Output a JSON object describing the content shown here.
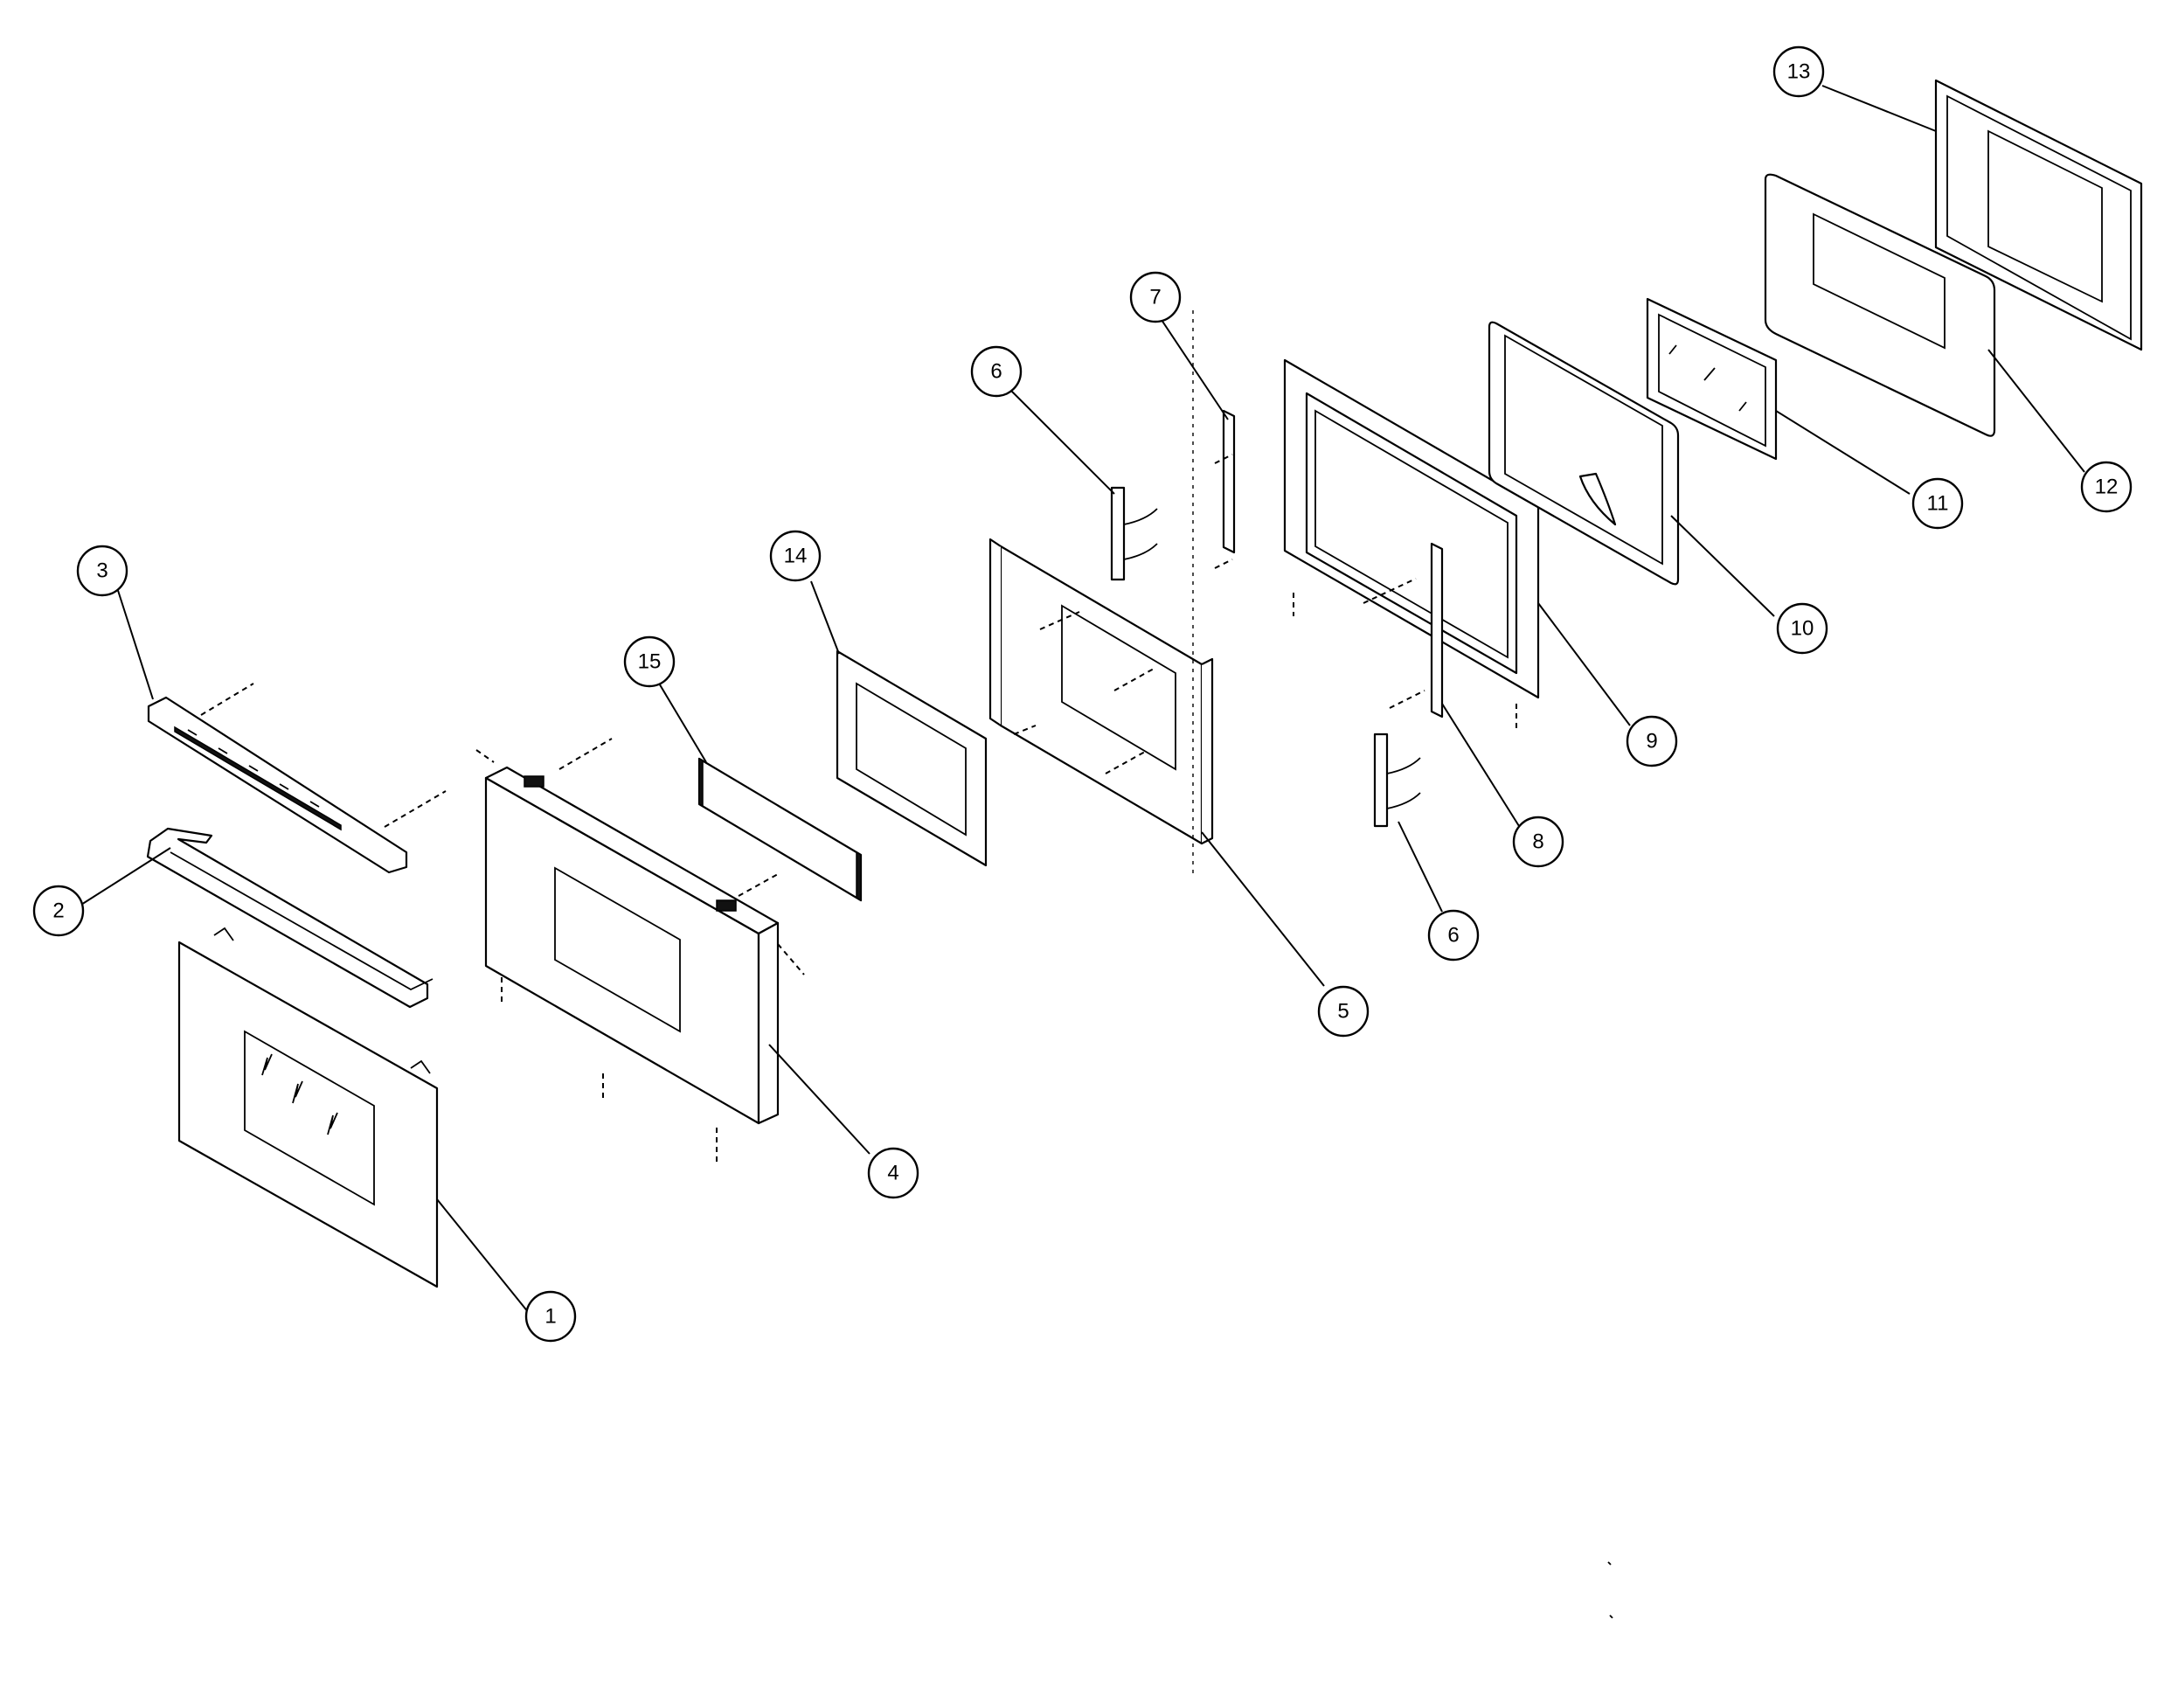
{
  "callouts": [
    {
      "label": "1"
    },
    {
      "label": "2"
    },
    {
      "label": "3"
    },
    {
      "label": "4"
    },
    {
      "label": "5"
    },
    {
      "label": "6"
    },
    {
      "label": "6"
    },
    {
      "label": "7"
    },
    {
      "label": "8"
    },
    {
      "label": "9"
    },
    {
      "label": "10"
    },
    {
      "label": "11"
    },
    {
      "label": "12"
    },
    {
      "label": "13"
    },
    {
      "label": "14"
    },
    {
      "label": "15"
    }
  ]
}
